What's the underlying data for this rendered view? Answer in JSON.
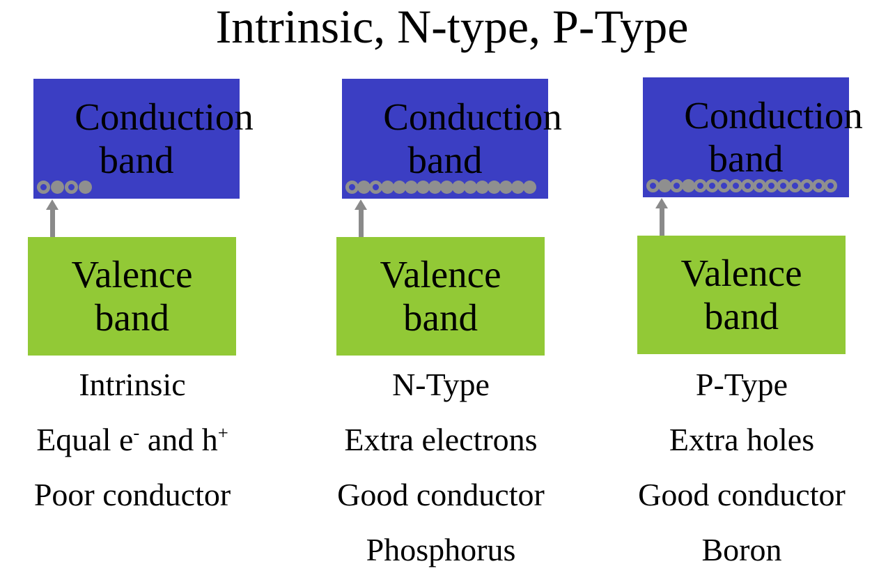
{
  "title": "Intrinsic, N-type, P-Type",
  "colors": {
    "conduction_band": "#3b3ec3",
    "valence_band": "#92c936",
    "particles": "#8f8f8f",
    "arrow": "#8a8a8a",
    "text": "#000000",
    "background": "#ffffff"
  },
  "legend": {
    "filled_dot_meaning": "electron",
    "ring_dot_meaning": "hole"
  },
  "columns": [
    {
      "id": "intrinsic",
      "conduction_label": "Conduction band",
      "valence_label": "Valence band",
      "dots": [
        "ring",
        "filled",
        "ring",
        "filled"
      ],
      "caption": [
        [
          {
            "t": "Intrinsic"
          }
        ],
        [
          {
            "t": "Equal e"
          },
          {
            "t": "-",
            "sup": true
          },
          {
            "t": " and h"
          },
          {
            "t": "+",
            "sup": true
          }
        ],
        [
          {
            "t": "Poor conductor"
          }
        ]
      ]
    },
    {
      "id": "n-type",
      "conduction_label": "Conduction band",
      "valence_label": "Valence band",
      "dots": [
        "ring",
        "filled",
        "ring",
        "filled",
        "filled",
        "filled",
        "filled",
        "filled",
        "filled",
        "filled",
        "filled",
        "filled",
        "filled",
        "filled",
        "filled",
        "filled"
      ],
      "caption": [
        [
          {
            "t": "N-Type"
          }
        ],
        [
          {
            "t": "Extra electrons"
          }
        ],
        [
          {
            "t": "Good conductor"
          }
        ],
        [
          {
            "t": "Phosphorus"
          }
        ]
      ]
    },
    {
      "id": "p-type",
      "conduction_label": "Conduction band",
      "valence_label": "Valence band",
      "dots": [
        "ring",
        "filled",
        "ring",
        "filled",
        "ring",
        "ring",
        "ring",
        "ring",
        "ring",
        "ring",
        "ring",
        "ring",
        "ring",
        "ring",
        "ring",
        "ring"
      ],
      "caption": [
        [
          {
            "t": "P-Type"
          }
        ],
        [
          {
            "t": "Extra holes"
          }
        ],
        [
          {
            "t": "Good conductor"
          }
        ],
        [
          {
            "t": "Boron"
          }
        ]
      ]
    }
  ]
}
